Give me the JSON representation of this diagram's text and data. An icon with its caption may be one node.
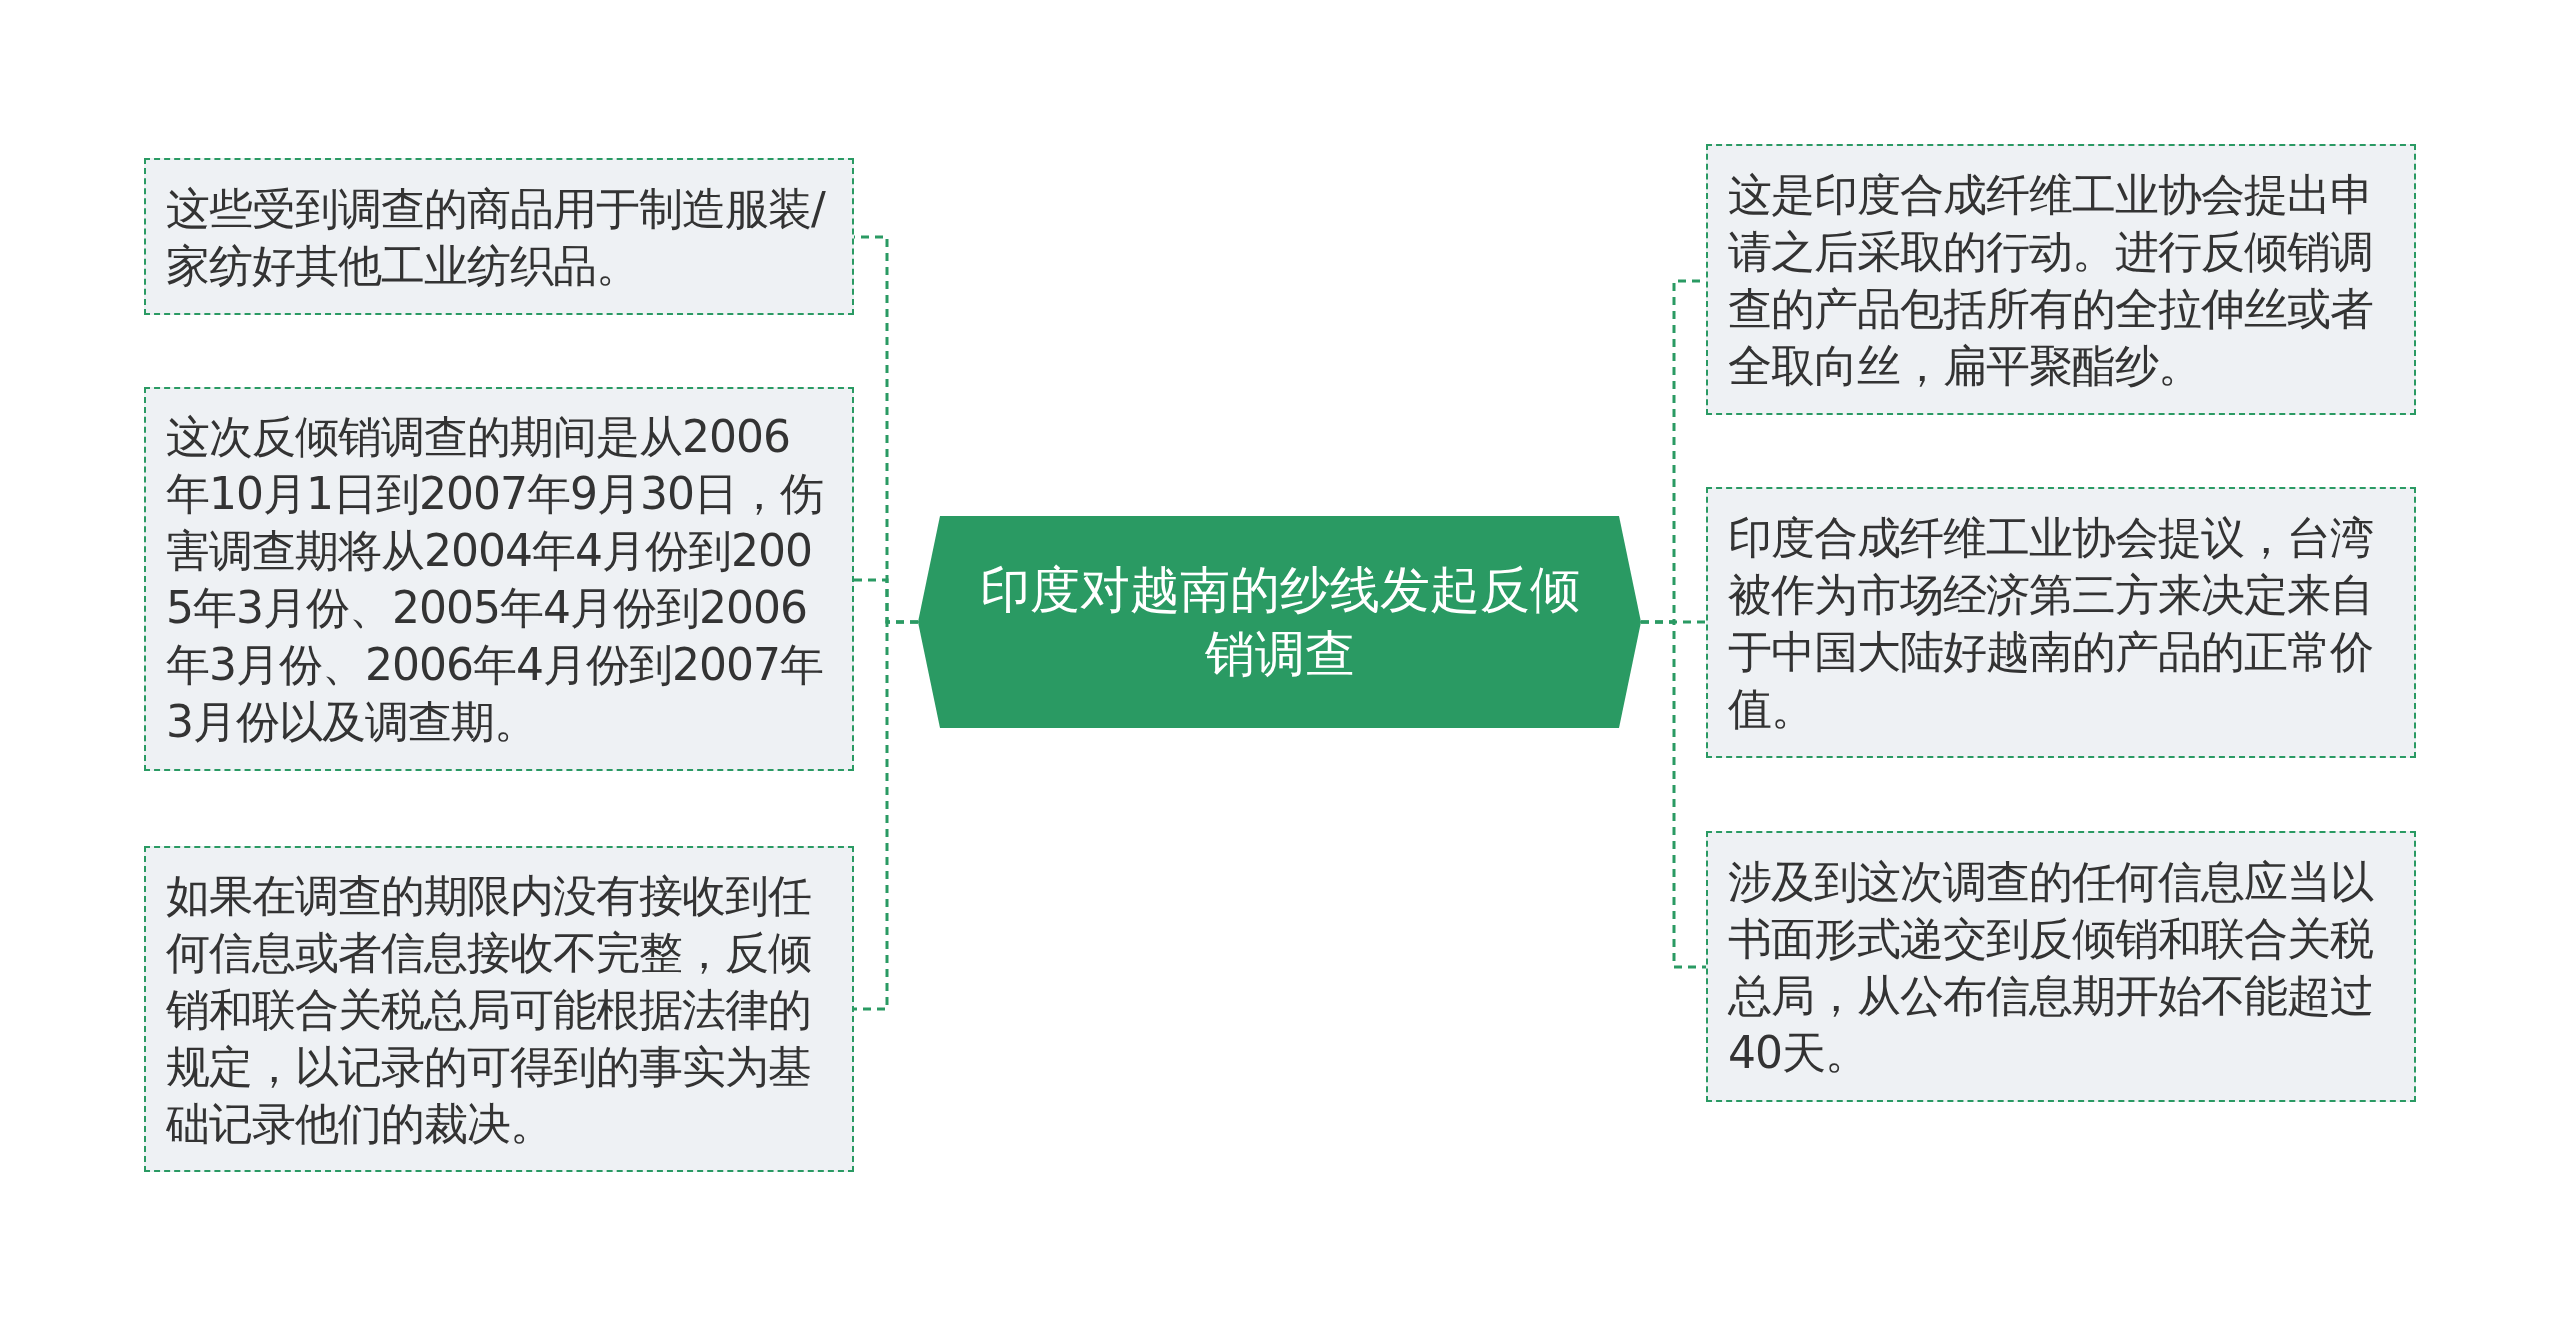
{
  "diagram": {
    "nodes": [
      {
        "text": [
          "印度对越南的纱线发起反倾销调查"
        ]
      },
      {
        "text": [
          "这些受到调查的商品用于制造服装/家纺好其他工业纺织品。"
        ]
      },
      {
        "text": [
          "这次反倾销调查的期间是从2006年10月1日到2007年9月30日，伤害调查期将从2004年4月份到2005年3月份、2005年4月份到2006年3月份、2006年4月份到2007年3月份以及调查期。"
        ]
      },
      {
        "text": [
          "如果在调查的期限内没有接收到任何信息或者信息接收不完整，反倾销和联合关税总局可能根据法律的规定，以记录的可得到的事实为基础记录他们的裁决。"
        ]
      },
      {
        "text": [
          "这是印度合成纤维工业协会提出申请之后采取的行动。进行反倾销调查的产品包括所有的全拉伸丝或者全取向丝，扁平聚酯纱。"
        ]
      },
      {
        "text": [
          "印度合成纤维工业协会提议，台湾被作为市场经济第三方来决定来自于中国大陆好越南的产品的正常价值。"
        ]
      },
      {
        "text": [
          "涉及到这次调查的任何信息应当以书面形式递交到反倾销和联合关税总局，从公布信息期开始不能超过40天。"
        ]
      }
    ],
    "edges": [
      {
        "from": 0,
        "to": 1,
        "arrow": "none",
        "style": "dashed"
      },
      {
        "from": 0,
        "to": 2,
        "arrow": "none",
        "style": "dashed"
      },
      {
        "from": 0,
        "to": 3,
        "arrow": "none",
        "style": "dashed"
      },
      {
        "from": 0,
        "to": 4,
        "arrow": "none",
        "style": "dashed"
      },
      {
        "from": 0,
        "to": 5,
        "arrow": "none",
        "style": "dashed"
      },
      {
        "from": 0,
        "to": 6,
        "arrow": "none",
        "style": "dashed"
      }
    ]
  }
}
